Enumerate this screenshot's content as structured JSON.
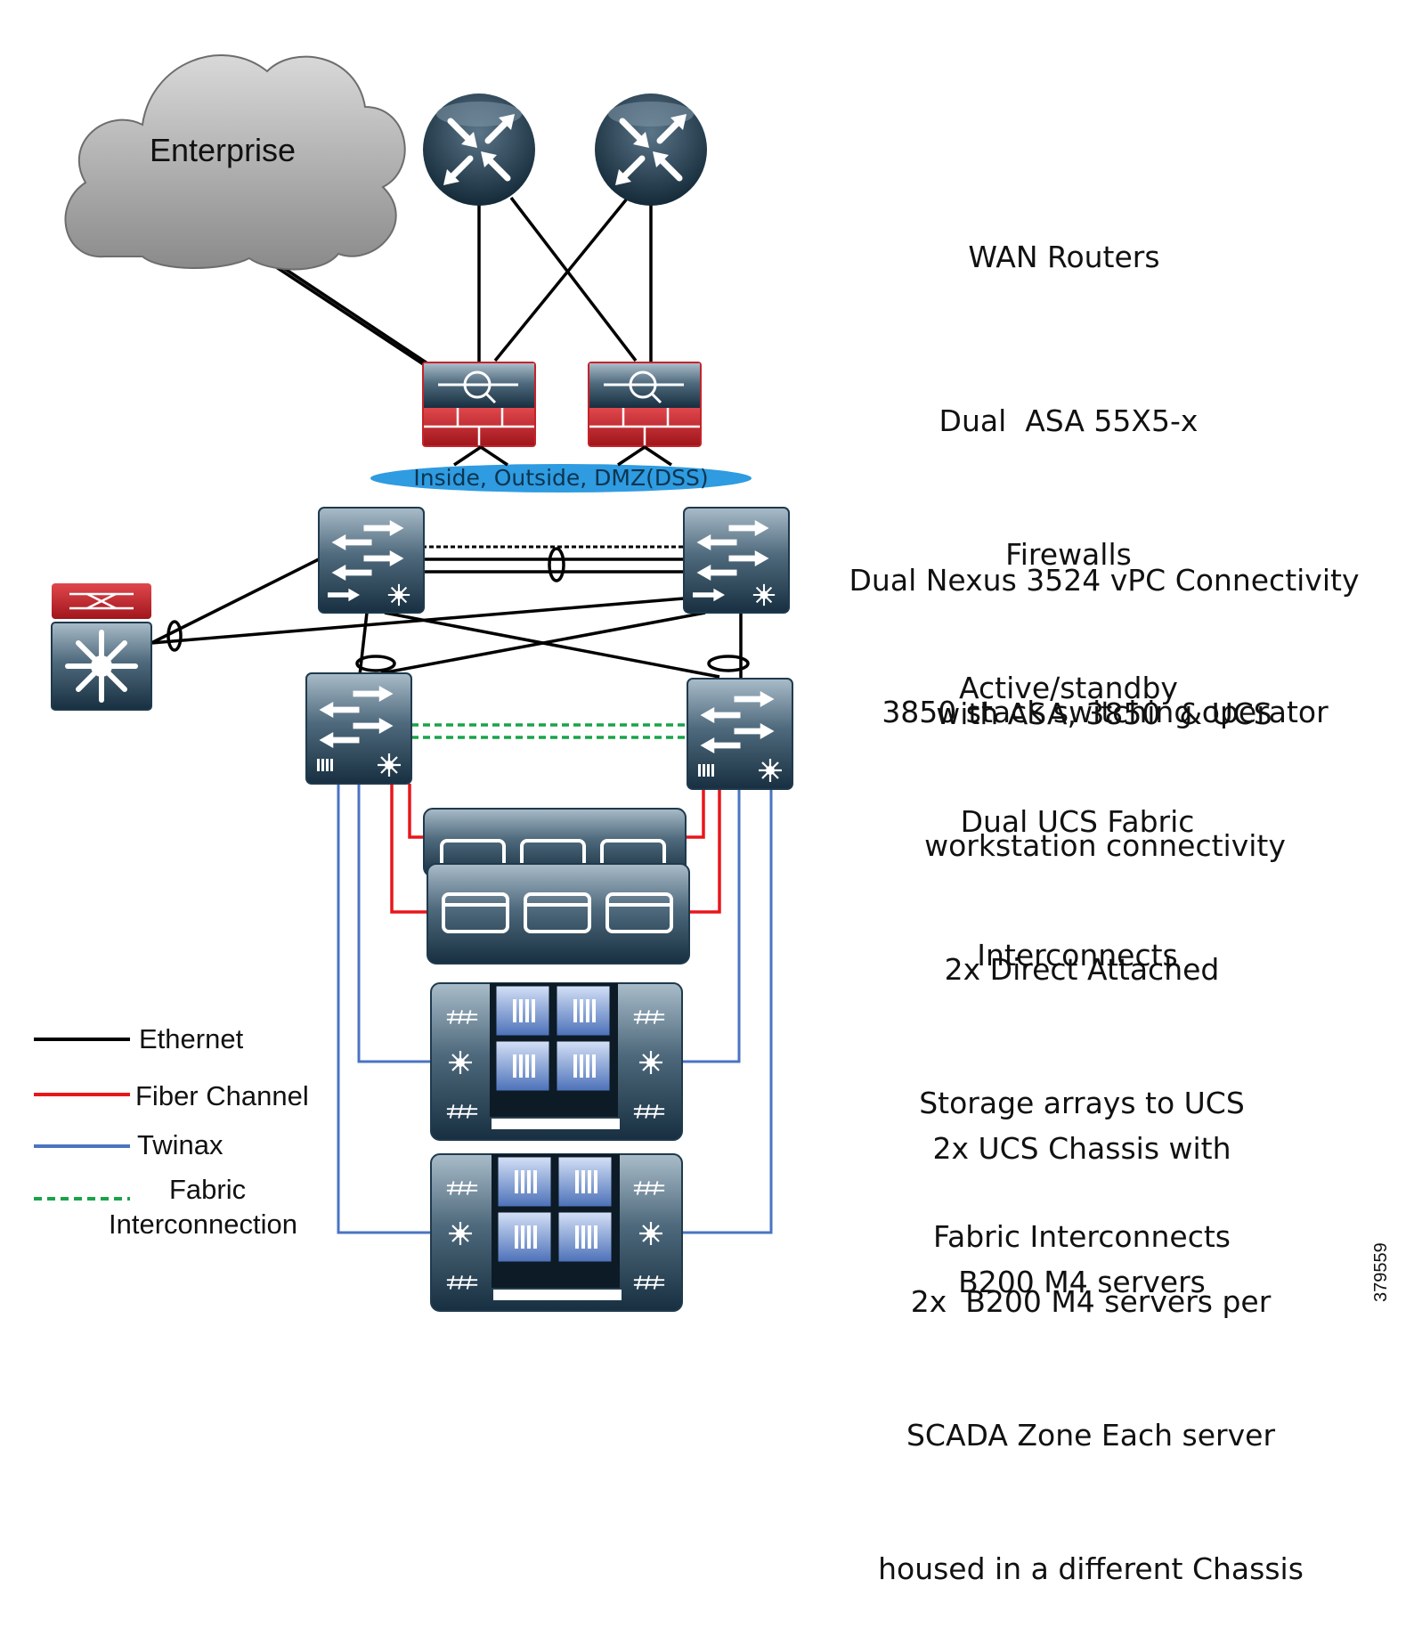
{
  "colors": {
    "ethernet": "#000000",
    "fiber_channel": "#e8161b",
    "twinax": "#4a74c2",
    "fabric_interconnection": "#19a34a",
    "device_dark": "#1f3a4d",
    "device_light": "#8aa2b2",
    "firewall_red": "#c5232a",
    "vlan_ellipse": "#2f9be0",
    "cloud": "#9c9c9c"
  },
  "cloud": {
    "label": "Enterprise",
    "icon": "cloud-icon"
  },
  "vlan_label": "Inside, Outside, DMZ(DSS)",
  "devices": [
    {
      "id": "wan-router-1",
      "icon": "router-icon"
    },
    {
      "id": "wan-router-2",
      "icon": "router-icon"
    },
    {
      "id": "asa-firewall-1",
      "icon": "firewall-icon"
    },
    {
      "id": "asa-firewall-2",
      "icon": "firewall-icon"
    },
    {
      "id": "nexus-3524-1",
      "icon": "nexus-switch-icon"
    },
    {
      "id": "nexus-3524-2",
      "icon": "nexus-switch-icon"
    },
    {
      "id": "switch-3850-stack",
      "icon": "layer3-switch-icon"
    },
    {
      "id": "ucs-fabric-interconnect-1",
      "icon": "fabric-interconnect-icon"
    },
    {
      "id": "ucs-fabric-interconnect-2",
      "icon": "fabric-interconnect-icon"
    },
    {
      "id": "storage-array",
      "icon": "storage-array-icon"
    },
    {
      "id": "ucs-chassis-1",
      "icon": "ucs-chassis-icon"
    },
    {
      "id": "ucs-chassis-2",
      "icon": "ucs-chassis-icon"
    }
  ],
  "tiers": {
    "wan": [
      "WAN Routers"
    ],
    "asa": [
      "Dual  ASA 55X5-x",
      "Firewalls",
      "Active/standby"
    ],
    "nexus": [
      "Dual Nexus 3524 vPC Connectivity",
      "with ASA, 3850  & UCS"
    ],
    "stack3850": [
      "3850 stack switching operator",
      "workstation connectivity"
    ],
    "fi": [
      "Dual UCS Fabric",
      "Interconnects"
    ],
    "storage": [
      "2x Direct Attached",
      "Storage arrays to UCS",
      "Fabric Interconnects"
    ],
    "chassis": [
      "2x UCS Chassis with",
      "B200 M4 servers"
    ],
    "servers": [
      "2x  B200 M4 servers per",
      "SCADA Zone Each server",
      "housed in a different Chassis"
    ]
  },
  "legend": {
    "ethernet": "Ethernet",
    "fiber_channel": "Fiber Channel",
    "twinax": "Twinax",
    "fabric_line1": "Fabric",
    "fabric_line2": "Interconnection"
  },
  "figure_id": "379559"
}
